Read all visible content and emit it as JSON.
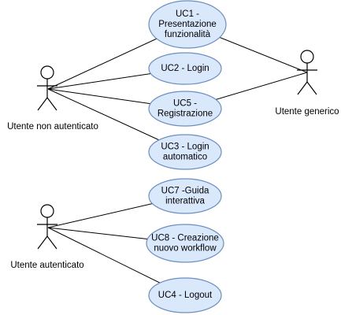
{
  "actors": {
    "non_auth": {
      "label": "Utente non autenticato"
    },
    "generic": {
      "label": "Utente generico"
    },
    "auth": {
      "label": "Utente autenticato"
    }
  },
  "use_cases": {
    "uc1": {
      "lines": [
        "UC1 -",
        "Presentazione",
        "funzionalità"
      ]
    },
    "uc2": {
      "lines": [
        "UC2 - Login"
      ]
    },
    "uc5": {
      "lines": [
        "UC5 -",
        "Registrazione"
      ]
    },
    "uc3": {
      "lines": [
        "UC3 - Login",
        "automatico"
      ]
    },
    "uc7": {
      "lines": [
        "UC7 -Guida",
        "interattiva"
      ]
    },
    "uc8": {
      "lines": [
        "UC8 - Creazione",
        "nuovo workflow"
      ]
    },
    "uc4": {
      "lines": [
        "UC4 - Logout"
      ]
    }
  },
  "associations": [
    {
      "from": "non_auth",
      "to": "uc1"
    },
    {
      "from": "non_auth",
      "to": "uc2"
    },
    {
      "from": "non_auth",
      "to": "uc5"
    },
    {
      "from": "non_auth",
      "to": "uc3"
    },
    {
      "from": "generic",
      "to": "uc1"
    },
    {
      "from": "generic",
      "to": "uc5"
    },
    {
      "from": "auth",
      "to": "uc7"
    },
    {
      "from": "auth",
      "to": "uc8"
    },
    {
      "from": "auth",
      "to": "uc4"
    }
  ],
  "colors": {
    "use_case_fill": "#dae8fc",
    "use_case_stroke": "#6c8ebf",
    "line": "#000000"
  }
}
